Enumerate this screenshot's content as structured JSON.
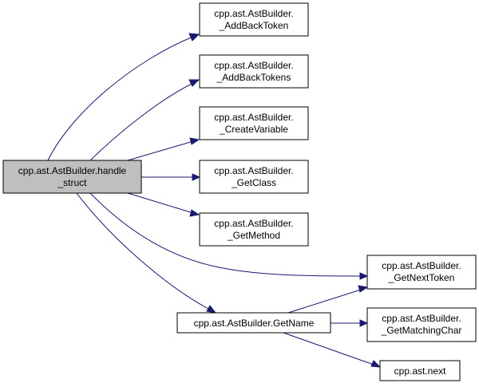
{
  "diagram": {
    "colors": {
      "edge": "#191970",
      "node_fill": "#ffffff",
      "focus_fill": "#bfbfbf",
      "border": "#000000"
    },
    "nodes": {
      "handle_struct": {
        "line1": "cpp.ast.AstBuilder.handle",
        "line2": "_struct"
      },
      "add_back_token": {
        "line1": "cpp.ast.AstBuilder.",
        "line2": "_AddBackToken"
      },
      "add_back_tokens": {
        "line1": "cpp.ast.AstBuilder.",
        "line2": "_AddBackTokens"
      },
      "create_variable": {
        "line1": "cpp.ast.AstBuilder.",
        "line2": "_CreateVariable"
      },
      "get_class": {
        "line1": "cpp.ast.AstBuilder.",
        "line2": "_GetClass"
      },
      "get_method": {
        "line1": "cpp.ast.AstBuilder.",
        "line2": "_GetMethod"
      },
      "get_next_token": {
        "line1": "cpp.ast.AstBuilder.",
        "line2": "_GetNextToken"
      },
      "get_name": {
        "line1": "cpp.ast.AstBuilder.GetName"
      },
      "get_matching_char": {
        "line1": "cpp.ast.AstBuilder.",
        "line2": "_GetMatchingChar"
      },
      "next": {
        "line1": "cpp.ast.next"
      }
    }
  }
}
